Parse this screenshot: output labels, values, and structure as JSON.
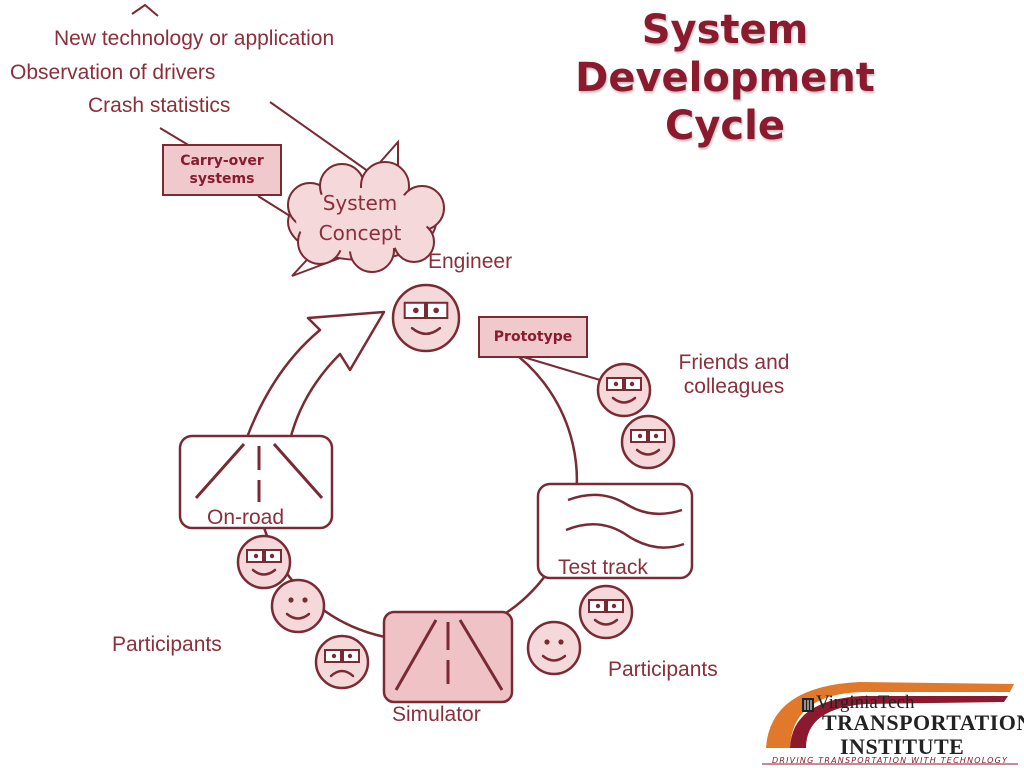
{
  "title": {
    "line1": "System",
    "line2": "Development",
    "line3": "Cycle"
  },
  "inputs": {
    "new_tech": "New technology or application",
    "observation": "Observation of drivers",
    "crash": "Crash statistics"
  },
  "carry_over": {
    "line1": "Carry-over",
    "line2": "systems"
  },
  "concept": {
    "line1": "System",
    "line2": "Concept"
  },
  "nodes": {
    "engineer": "Engineer",
    "prototype": "Prototype",
    "friends": {
      "line1": "Friends and",
      "line2": "colleagues"
    },
    "test_track": "Test track",
    "participants_right": "Participants",
    "simulator": "Simulator",
    "participants_left": "Participants",
    "on_road": "On-road"
  },
  "logo": {
    "org_line1": "VirginiaTech",
    "org_line2": "TRANSPORTATION",
    "org_line3": "INSTITUTE",
    "tagline": "DRIVING TRANSPORTATION WITH TECHNOLOGY"
  },
  "colors": {
    "primary": "#8b1a2e",
    "stroke": "#7a2a33",
    "fill_light": "#f4d8da",
    "fill_box": "#efc9cc",
    "logo_orange": "#e07a2a"
  }
}
